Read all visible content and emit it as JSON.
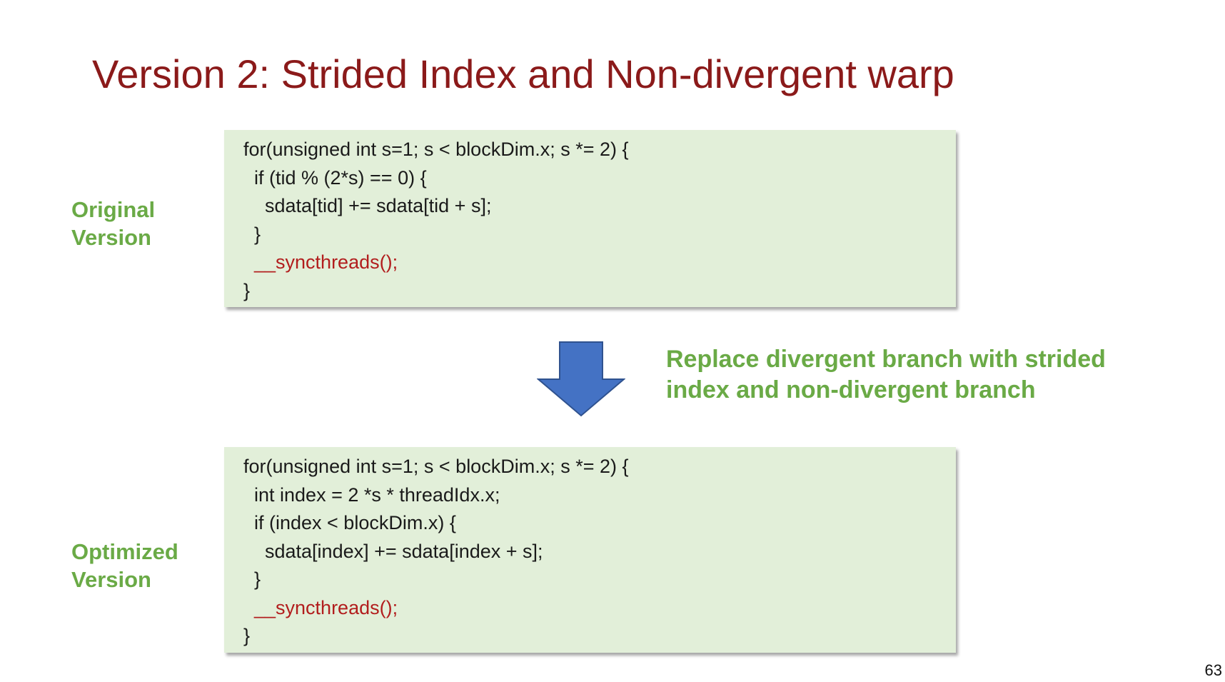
{
  "slide": {
    "title": "Version 2: Strided Index and Non-divergent warp",
    "page_number": "63"
  },
  "original": {
    "label_line1": "Original",
    "label_line2": "Version",
    "code": [
      "for(unsigned int s=1; s < blockDim.x; s *= 2) {",
      "if (tid % (2*s) == 0) {",
      "sdata[tid] += sdata[tid + s];",
      "}",
      "__syncthreads();",
      "}"
    ]
  },
  "optimized": {
    "label_line1": "Optimized",
    "label_line2": "Version",
    "code": [
      "for(unsigned int s=1; s < blockDim.x; s *= 2) {",
      "int index = 2 *s * threadIdx.x;",
      "if (index < blockDim.x) {",
      "sdata[index] += sdata[index + s];",
      "}",
      "__syncthreads();",
      "}"
    ]
  },
  "transition": {
    "arrow_icon": "down-arrow-icon",
    "note_line1": "Replace divergent branch with strided",
    "note_line2": "index and non-divergent branch"
  },
  "colors": {
    "title": "#8b1a1a",
    "label_green": "#6aaa46",
    "code_background": "#e2efd9",
    "sync_red": "#b21d1d",
    "arrow_blue": "#4472c4"
  }
}
